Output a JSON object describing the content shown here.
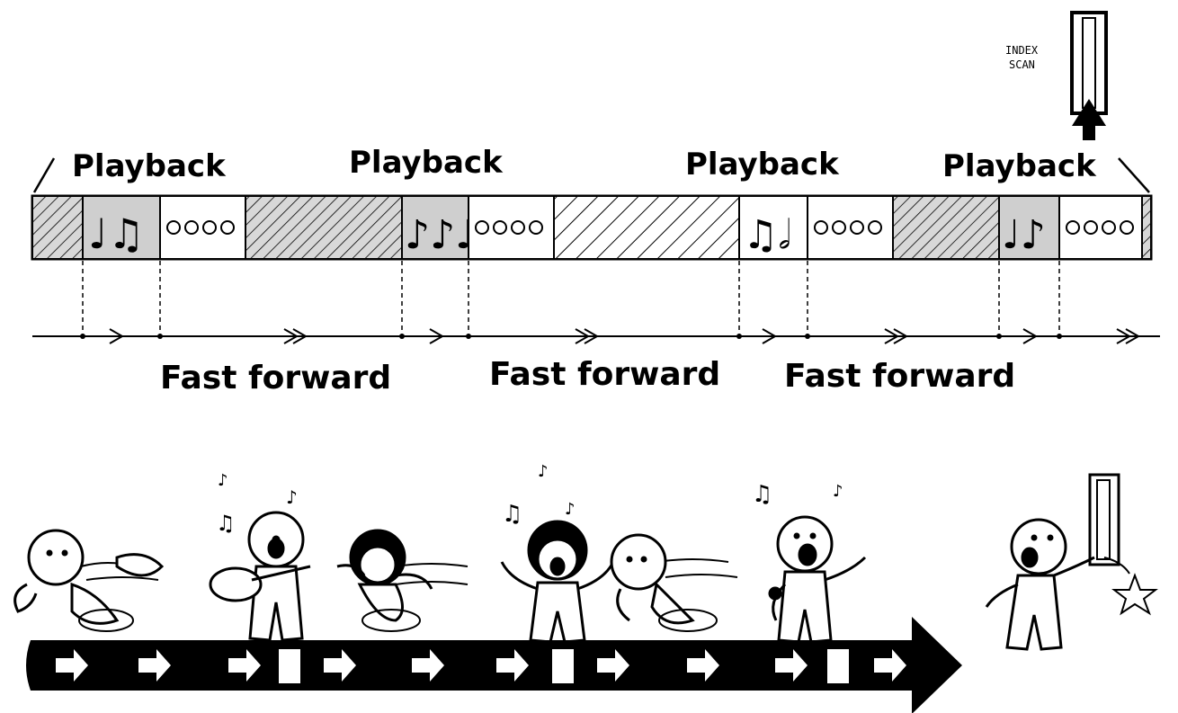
{
  "switch": {
    "label_line1": "INDEX",
    "label_line2": "SCAN"
  },
  "segments": [
    {
      "label": "Playback"
    },
    {
      "label": "Playback"
    },
    {
      "label": "Playback"
    },
    {
      "label": "Playback"
    }
  ],
  "fast_forward": [
    {
      "label": "Fast forward"
    },
    {
      "label": "Fast forward"
    },
    {
      "label": "Fast forward"
    }
  ],
  "colors": {
    "ink": "#000000",
    "paper": "#ffffff",
    "music_shade": "#cfcfcf"
  }
}
